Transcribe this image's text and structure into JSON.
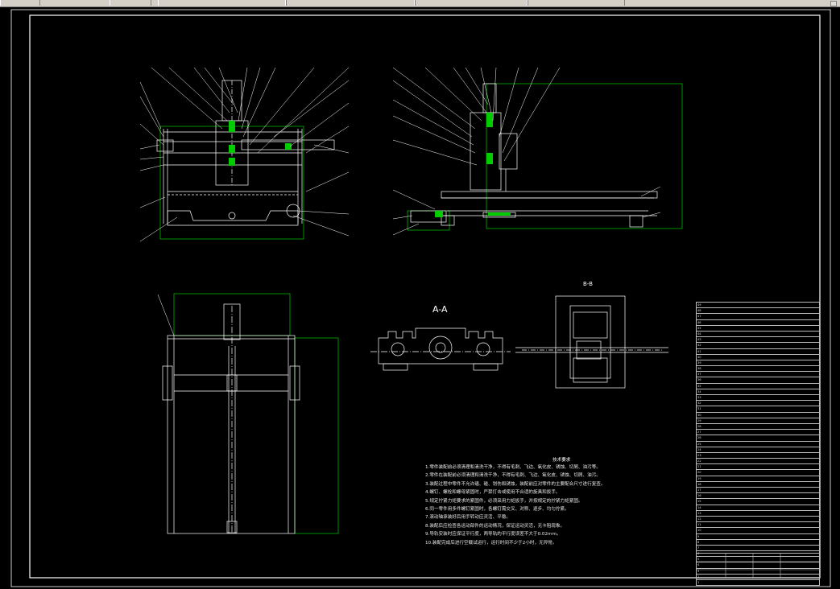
{
  "colors": {
    "background": "#000000",
    "line": "#ffffff",
    "green": "#00cc00",
    "toolbar": "#d4d0c8"
  },
  "sections": {
    "a_a": "A-A",
    "b_b": "B-B"
  },
  "notes": {
    "title": "技术要求",
    "items": [
      "1.零件装配前必须清理和清洗干净，不得有毛刺、飞边、氧化皮、锈蚀、切屑、油污等。",
      "2.零件在装配前必须清理和清洗干净，不得有毛刺、飞边、氧化皮、锈蚀、切屑、油污。",
      "3.装配过程中零件不允许磕、碰、划伤和锈蚀，装配前应对零件的主要配合尺寸进行复查。",
      "4.螺钉、螺栓和螺母紧固时，严禁打击或使用不合适的旋具和扳手。",
      "5.规定拧紧力矩要求的紧固件，必须采用力矩扳手，并按规定的拧紧力矩紧固。",
      "6.同一零件用多件螺钉紧固时，各螺钉需交叉、对称、逐步、均匀拧紧。",
      "7.滚动轴承装好后用手转动应灵活、平稳。",
      "8.装配后应检查各运动部件的运动情况，保证运动灵活，无卡阻现象。",
      "9.导轨安装时应保证平行度，两导轨的平行度误差不大于0.02mm。",
      "10.装配完成后进行空载试运行，运行时间不少于2小时，无异常。"
    ]
  },
  "bom": {
    "rows": [
      {
        "no": "49",
        "code": "",
        "name": "",
        "qty": "",
        "mat": ""
      },
      {
        "no": "48",
        "code": "",
        "name": "",
        "qty": "",
        "mat": ""
      },
      {
        "no": "47",
        "code": "",
        "name": "",
        "qty": "",
        "mat": ""
      },
      {
        "no": "46",
        "code": "",
        "name": "",
        "qty": "",
        "mat": ""
      },
      {
        "no": "45",
        "code": "",
        "name": "",
        "qty": "",
        "mat": ""
      },
      {
        "no": "44",
        "code": "",
        "name": "",
        "qty": "",
        "mat": ""
      },
      {
        "no": "43",
        "code": "",
        "name": "",
        "qty": "",
        "mat": ""
      },
      {
        "no": "42",
        "code": "",
        "name": "",
        "qty": "",
        "mat": ""
      },
      {
        "no": "41",
        "code": "",
        "name": "",
        "qty": "",
        "mat": ""
      },
      {
        "no": "40",
        "code": "",
        "name": "",
        "qty": "",
        "mat": ""
      },
      {
        "no": "39",
        "code": "",
        "name": "",
        "qty": "",
        "mat": ""
      },
      {
        "no": "38",
        "code": "",
        "name": "",
        "qty": "",
        "mat": ""
      },
      {
        "no": "37",
        "code": "",
        "name": "",
        "qty": "",
        "mat": ""
      },
      {
        "no": "36",
        "code": "",
        "name": "",
        "qty": "",
        "mat": ""
      },
      {
        "no": "35",
        "code": "",
        "name": "",
        "qty": "",
        "mat": ""
      },
      {
        "no": "34",
        "code": "",
        "name": "",
        "qty": "",
        "mat": ""
      },
      {
        "no": "33",
        "code": "",
        "name": "",
        "qty": "",
        "mat": ""
      },
      {
        "no": "32",
        "code": "",
        "name": "",
        "qty": "",
        "mat": ""
      },
      {
        "no": "31",
        "code": "",
        "name": "",
        "qty": "",
        "mat": ""
      },
      {
        "no": "30",
        "code": "",
        "name": "",
        "qty": "",
        "mat": ""
      },
      {
        "no": "29",
        "code": "",
        "name": "",
        "qty": "",
        "mat": ""
      },
      {
        "no": "28",
        "code": "",
        "name": "",
        "qty": "",
        "mat": ""
      },
      {
        "no": "27",
        "code": "",
        "name": "",
        "qty": "",
        "mat": ""
      },
      {
        "no": "26",
        "code": "",
        "name": "",
        "qty": "",
        "mat": ""
      },
      {
        "no": "25",
        "code": "",
        "name": "",
        "qty": "",
        "mat": ""
      },
      {
        "no": "24",
        "code": "",
        "name": "",
        "qty": "",
        "mat": ""
      },
      {
        "no": "23",
        "code": "",
        "name": "",
        "qty": "",
        "mat": ""
      },
      {
        "no": "22",
        "code": "",
        "name": "",
        "qty": "",
        "mat": ""
      },
      {
        "no": "21",
        "code": "",
        "name": "",
        "qty": "",
        "mat": ""
      },
      {
        "no": "20",
        "code": "",
        "name": "",
        "qty": "",
        "mat": ""
      },
      {
        "no": "19",
        "code": "",
        "name": "",
        "qty": "",
        "mat": ""
      },
      {
        "no": "18",
        "code": "",
        "name": "",
        "qty": "",
        "mat": ""
      },
      {
        "no": "17",
        "code": "",
        "name": "",
        "qty": "",
        "mat": ""
      },
      {
        "no": "16",
        "code": "",
        "name": "",
        "qty": "",
        "mat": ""
      },
      {
        "no": "15",
        "code": "",
        "name": "",
        "qty": "",
        "mat": ""
      },
      {
        "no": "14",
        "code": "",
        "name": "",
        "qty": "",
        "mat": ""
      },
      {
        "no": "13",
        "code": "",
        "name": "",
        "qty": "",
        "mat": ""
      },
      {
        "no": "12",
        "code": "",
        "name": "",
        "qty": "",
        "mat": ""
      },
      {
        "no": "11",
        "code": "",
        "name": "",
        "qty": "",
        "mat": ""
      },
      {
        "no": "10",
        "code": "",
        "name": "",
        "qty": "",
        "mat": ""
      },
      {
        "no": "9",
        "code": "",
        "name": "",
        "qty": "",
        "mat": ""
      },
      {
        "no": "8",
        "code": "",
        "name": "",
        "qty": "",
        "mat": ""
      },
      {
        "no": "7",
        "code": "",
        "name": "",
        "qty": "",
        "mat": ""
      },
      {
        "no": "6",
        "code": "",
        "name": "",
        "qty": "",
        "mat": ""
      },
      {
        "no": "5",
        "code": "",
        "name": "",
        "qty": "",
        "mat": ""
      },
      {
        "no": "4",
        "code": "",
        "name": "",
        "qty": "",
        "mat": ""
      },
      {
        "no": "3",
        "code": "",
        "name": "",
        "qty": "",
        "mat": ""
      },
      {
        "no": "2",
        "code": "",
        "name": "",
        "qty": "",
        "mat": ""
      },
      {
        "no": "1",
        "code": "",
        "name": "",
        "qty": "",
        "mat": ""
      }
    ]
  },
  "titleblock": {
    "drawing_no": ""
  }
}
